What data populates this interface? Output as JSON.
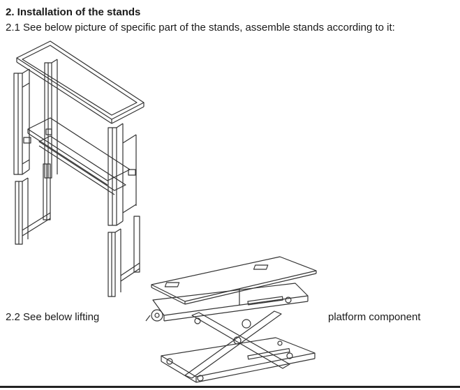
{
  "section": {
    "heading": "2. Installation of the stands",
    "step1": "2.1 See below picture of specific part of the stands, assemble stands according to it:",
    "step2_left": "2.2 See below lifting",
    "step2_right": "platform component"
  },
  "figures": {
    "stand_icon": "stand-frame-drawing",
    "lift_icon": "scissor-lift-platform-drawing"
  }
}
